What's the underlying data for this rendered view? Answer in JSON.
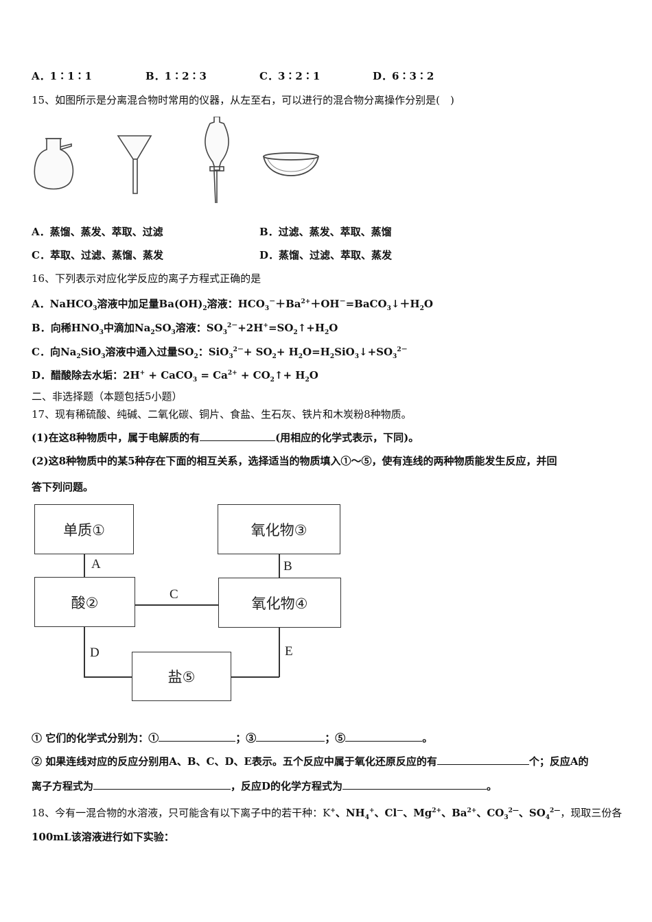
{
  "q14": {
    "opts": [
      "A．1∶1∶1",
      "B．1∶2∶3",
      "C．3∶2∶1",
      "D．6∶3∶2"
    ]
  },
  "q15": {
    "stem": "15、如图所示是分离混合物时常用的仪器，从左至右，可以进行的混合物分离操作分别是(　)",
    "instruments": [
      "distillation-flask",
      "funnel",
      "separatory-funnel",
      "evaporating-dish"
    ],
    "optA": "A．蒸馏、蒸发、萃取、过滤",
    "optB": "B．过滤、蒸发、萃取、蒸馏",
    "optC": "C．萃取、过滤、蒸馏、蒸发",
    "optD": "D．蒸馏、过滤、萃取、蒸发"
  },
  "q16": {
    "stem": "16、下列表示对应化学反应的离子方程式正确的是",
    "A": {
      "label": "A．",
      "pre": "NaHCO",
      "s1": "3",
      "mid": "溶液中加足量Ba(OH)",
      "s2": "2",
      "mid2": "溶液：HCO",
      "s3": "3",
      "p1": "－",
      "mid3": "＋Ba",
      "p2": "2+",
      "mid4": "＋OH",
      "p3": "－",
      "mid5": "=BaCO",
      "s4": "3",
      "end": "↓＋H",
      "s5": "2",
      "end2": "O"
    },
    "B": {
      "label": "B．",
      "t1": "向稀HNO",
      "s1": "3",
      "t2": "中滴加Na",
      "s2": "2",
      "t3": "SO",
      "s3": "3",
      "t4": "溶液：SO",
      "s4": "3",
      "p1": "2－",
      "t5": "+2H",
      "p2": "+",
      "t6": "=SO",
      "s5": "2",
      "t7": "↑+H",
      "s6": "2",
      "t8": "O"
    },
    "C": {
      "label": "C．",
      "t1": "向Na",
      "s1": "2",
      "t2": "SiO",
      "s2": "3",
      "t3": "溶液中通入过量SO",
      "s3": "2",
      "t4": "：SiO",
      "s4": "3",
      "p1": "2－",
      "t5": "+ SO",
      "s5": "2",
      "t6": "+ H",
      "s6": "2",
      "t7": "O=H",
      "s7": "2",
      "t8": "SiO",
      "s8": "3",
      "t9": "↓+SO",
      "s9": "3",
      "p2": "2－"
    },
    "D": {
      "label": "D．",
      "t1": "醋酸除去水垢：2H",
      "p1": "+",
      "t2": " + CaCO",
      "s1": "3",
      "t3": " = Ca",
      "p2": "2+",
      "t4": " + CO",
      "s2": "2",
      "t5": "↑+ H",
      "s3": "2",
      "t6": "O"
    }
  },
  "section2": "二、非选择题（本题包括5小题）",
  "q17": {
    "stem": "17、现有稀硫酸、纯碱、二氧化碳、铜片、食盐、生石灰、铁片和木炭粉8种物质。",
    "p1a": "(1)在这8种物质中，属于电解质的有",
    "p1b": "(用相应的化学式表示，下同)。",
    "p2": "(2)这8种物质中的某5种存在下面的相互关系，选择适当的物质填入①～⑤，使有连线的两种物质能发生反应，并回",
    "p2b": "答下列问题。",
    "boxes": {
      "b1": "单质①",
      "b2": "酸②",
      "b3": "氧化物③",
      "b4": "氧化物④",
      "b5": "盐⑤"
    },
    "edges": {
      "A": "A",
      "B": "B",
      "C": "C",
      "D": "D",
      "E": "E"
    },
    "s1a": "① 它们的化学式分别为：①",
    "s1b": "；③",
    "s1c": "；⑤",
    "s1d": "。",
    "s2a": "② 如果连线对应的反应分别用A、B、C、D、E表示。五个反应中属于氧化还原反应的有",
    "s2b": "个；反应A的",
    "s3a": "离子方程式为",
    "s3b": "，反应D的化学方程式为",
    "s3c": "。"
  },
  "q18": {
    "t1": "18、今有一混合物的水溶液，只可能含有以下离子中的若干种：K",
    "p1": "+",
    "t2": "、NH",
    "s1": "4",
    "p2": "+",
    "t3": "、Cl",
    "p3": "—",
    "t4": "、Mg",
    "p4": "2+",
    "t5": "、Ba",
    "p5": "2+",
    "t6": "、CO",
    "s2": "3",
    "p6": "2—",
    "t7": "、SO",
    "s3": "4",
    "p7": "2—",
    "t8": "，现取三份各",
    "line2": "100mL该溶液进行如下实验："
  }
}
